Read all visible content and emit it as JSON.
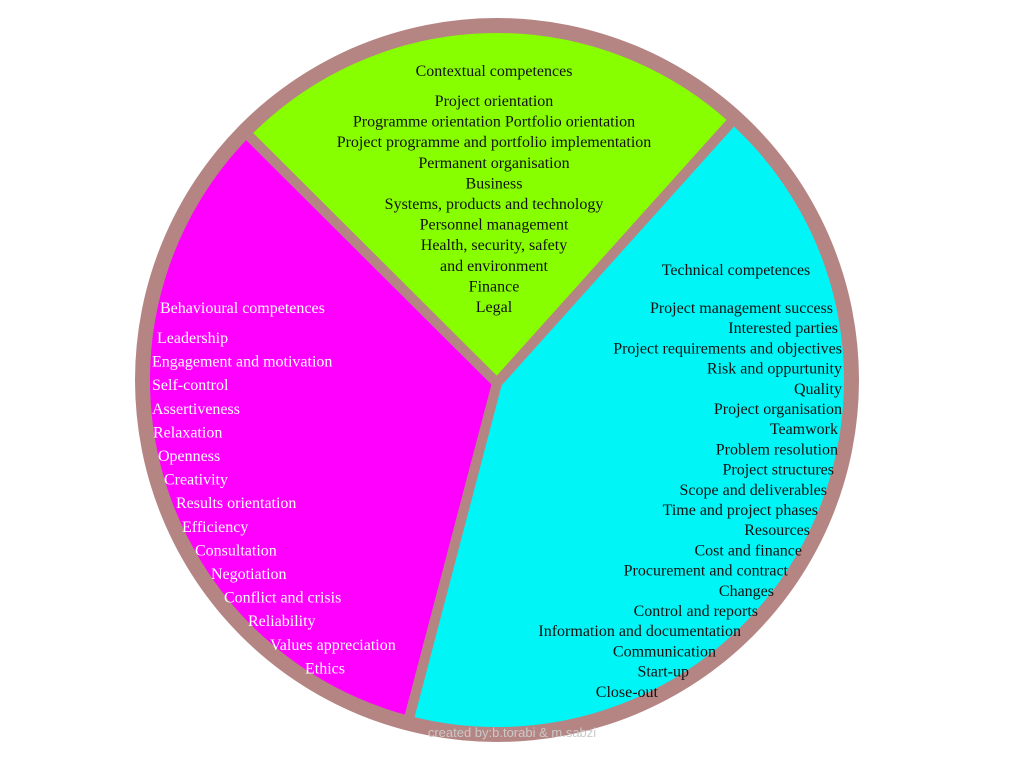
{
  "diagram": {
    "colors": {
      "border": "#b58583",
      "contextual": "#88ff00",
      "technical": "#00f6f6",
      "behavioural": "#ff00ff",
      "text_dark": "#111111",
      "text_light": "#ffffff",
      "credit": "#c9c9c9"
    },
    "contextual": {
      "title": "Contextual competences",
      "items": [
        "Project orientation",
        "Programme orientation Portfolio orientation",
        "Project programme and portfolio implementation",
        "Permanent organisation",
        "Business",
        "Systems, products and technology",
        "Personnel management",
        "Health, security, safety",
        "and environment",
        "Finance",
        "Legal"
      ]
    },
    "technical": {
      "title": "Technical competences",
      "items": [
        "Project management success",
        "Interested parties",
        "Project requirements and objectives",
        "Risk and oppurtunity",
        "Quality",
        "Project organisation",
        "Teamwork",
        "Problem resolution",
        "Project structures",
        "Scope and deliverables",
        "Time and project phases",
        "Resources",
        "Cost and finance",
        "Procurement and contract",
        "Changes",
        "Control and reports",
        "Information and documentation",
        "Communication",
        "Start-up",
        "Close-out"
      ]
    },
    "behavioural": {
      "title": "Behavioural competences",
      "items": [
        "Leadership",
        "Engagement and motivation",
        "Self-control",
        "Assertiveness",
        "Relaxation",
        "Openness",
        "Creativity",
        "Results orientation",
        "Efficiency",
        "Consultation",
        "Negotiation",
        "Conflict and crisis",
        "Reliability",
        "Values appreciation",
        "Ethics"
      ]
    },
    "credit": "created by:b.torabi & m.sabzi"
  }
}
